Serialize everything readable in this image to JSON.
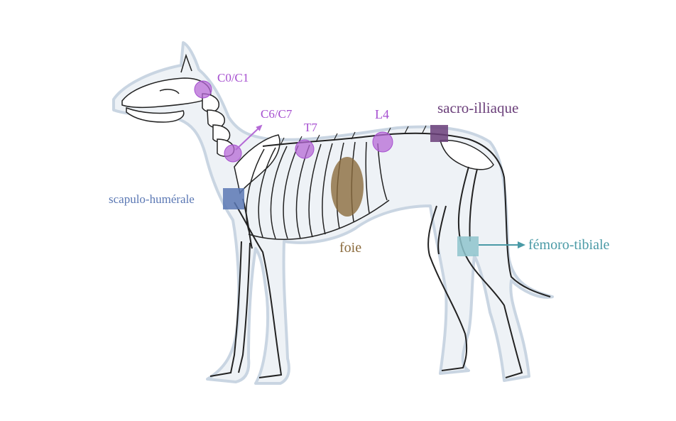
{
  "labels": {
    "c0c1": "C0/C1",
    "c6c7": "C6/C7",
    "t7": "T7",
    "l4": "L4",
    "sacro_illiaque": "sacro-illiaque",
    "scapulo_humerale": "scapulo-humérale",
    "foie": "foie",
    "femoro_tibiale": "fémoro-tibiale"
  },
  "colors": {
    "vertebra_marker": "#a64fd0",
    "vertebra_fill": "#b56ad6",
    "sacro_marker": "#6b3f7a",
    "scapulo_marker": "#5b78b4",
    "liver": "#8b6b3d",
    "femoro_marker": "#8ec4cc",
    "femoro_text": "#4a9aa6",
    "body_fill": "#eef2f6",
    "body_outline": "#c9d5e2",
    "bone_stroke": "#222222"
  }
}
